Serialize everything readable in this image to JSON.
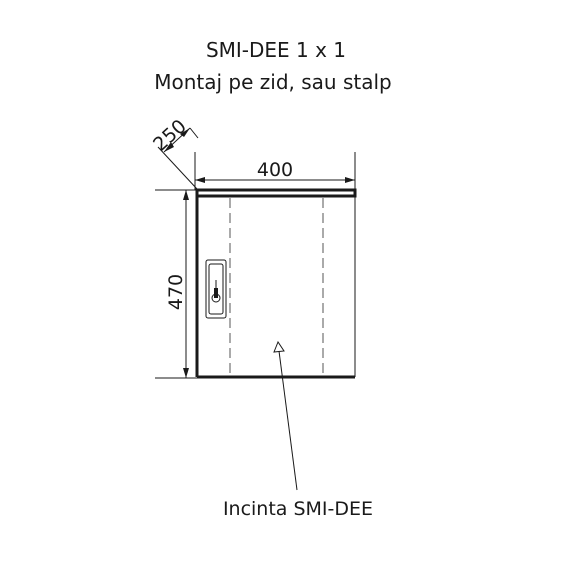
{
  "title": {
    "line1": "SMI-DEE 1 x 1",
    "line2": "Montaj pe zid, sau stalp"
  },
  "dimensions": {
    "width": "400",
    "height": "470",
    "depth": "250"
  },
  "callout": {
    "label": "Incinta SMI-DEE"
  },
  "colors": {
    "line": "#1a1a1a",
    "hidden_line": "#555555",
    "background": "#ffffff"
  }
}
